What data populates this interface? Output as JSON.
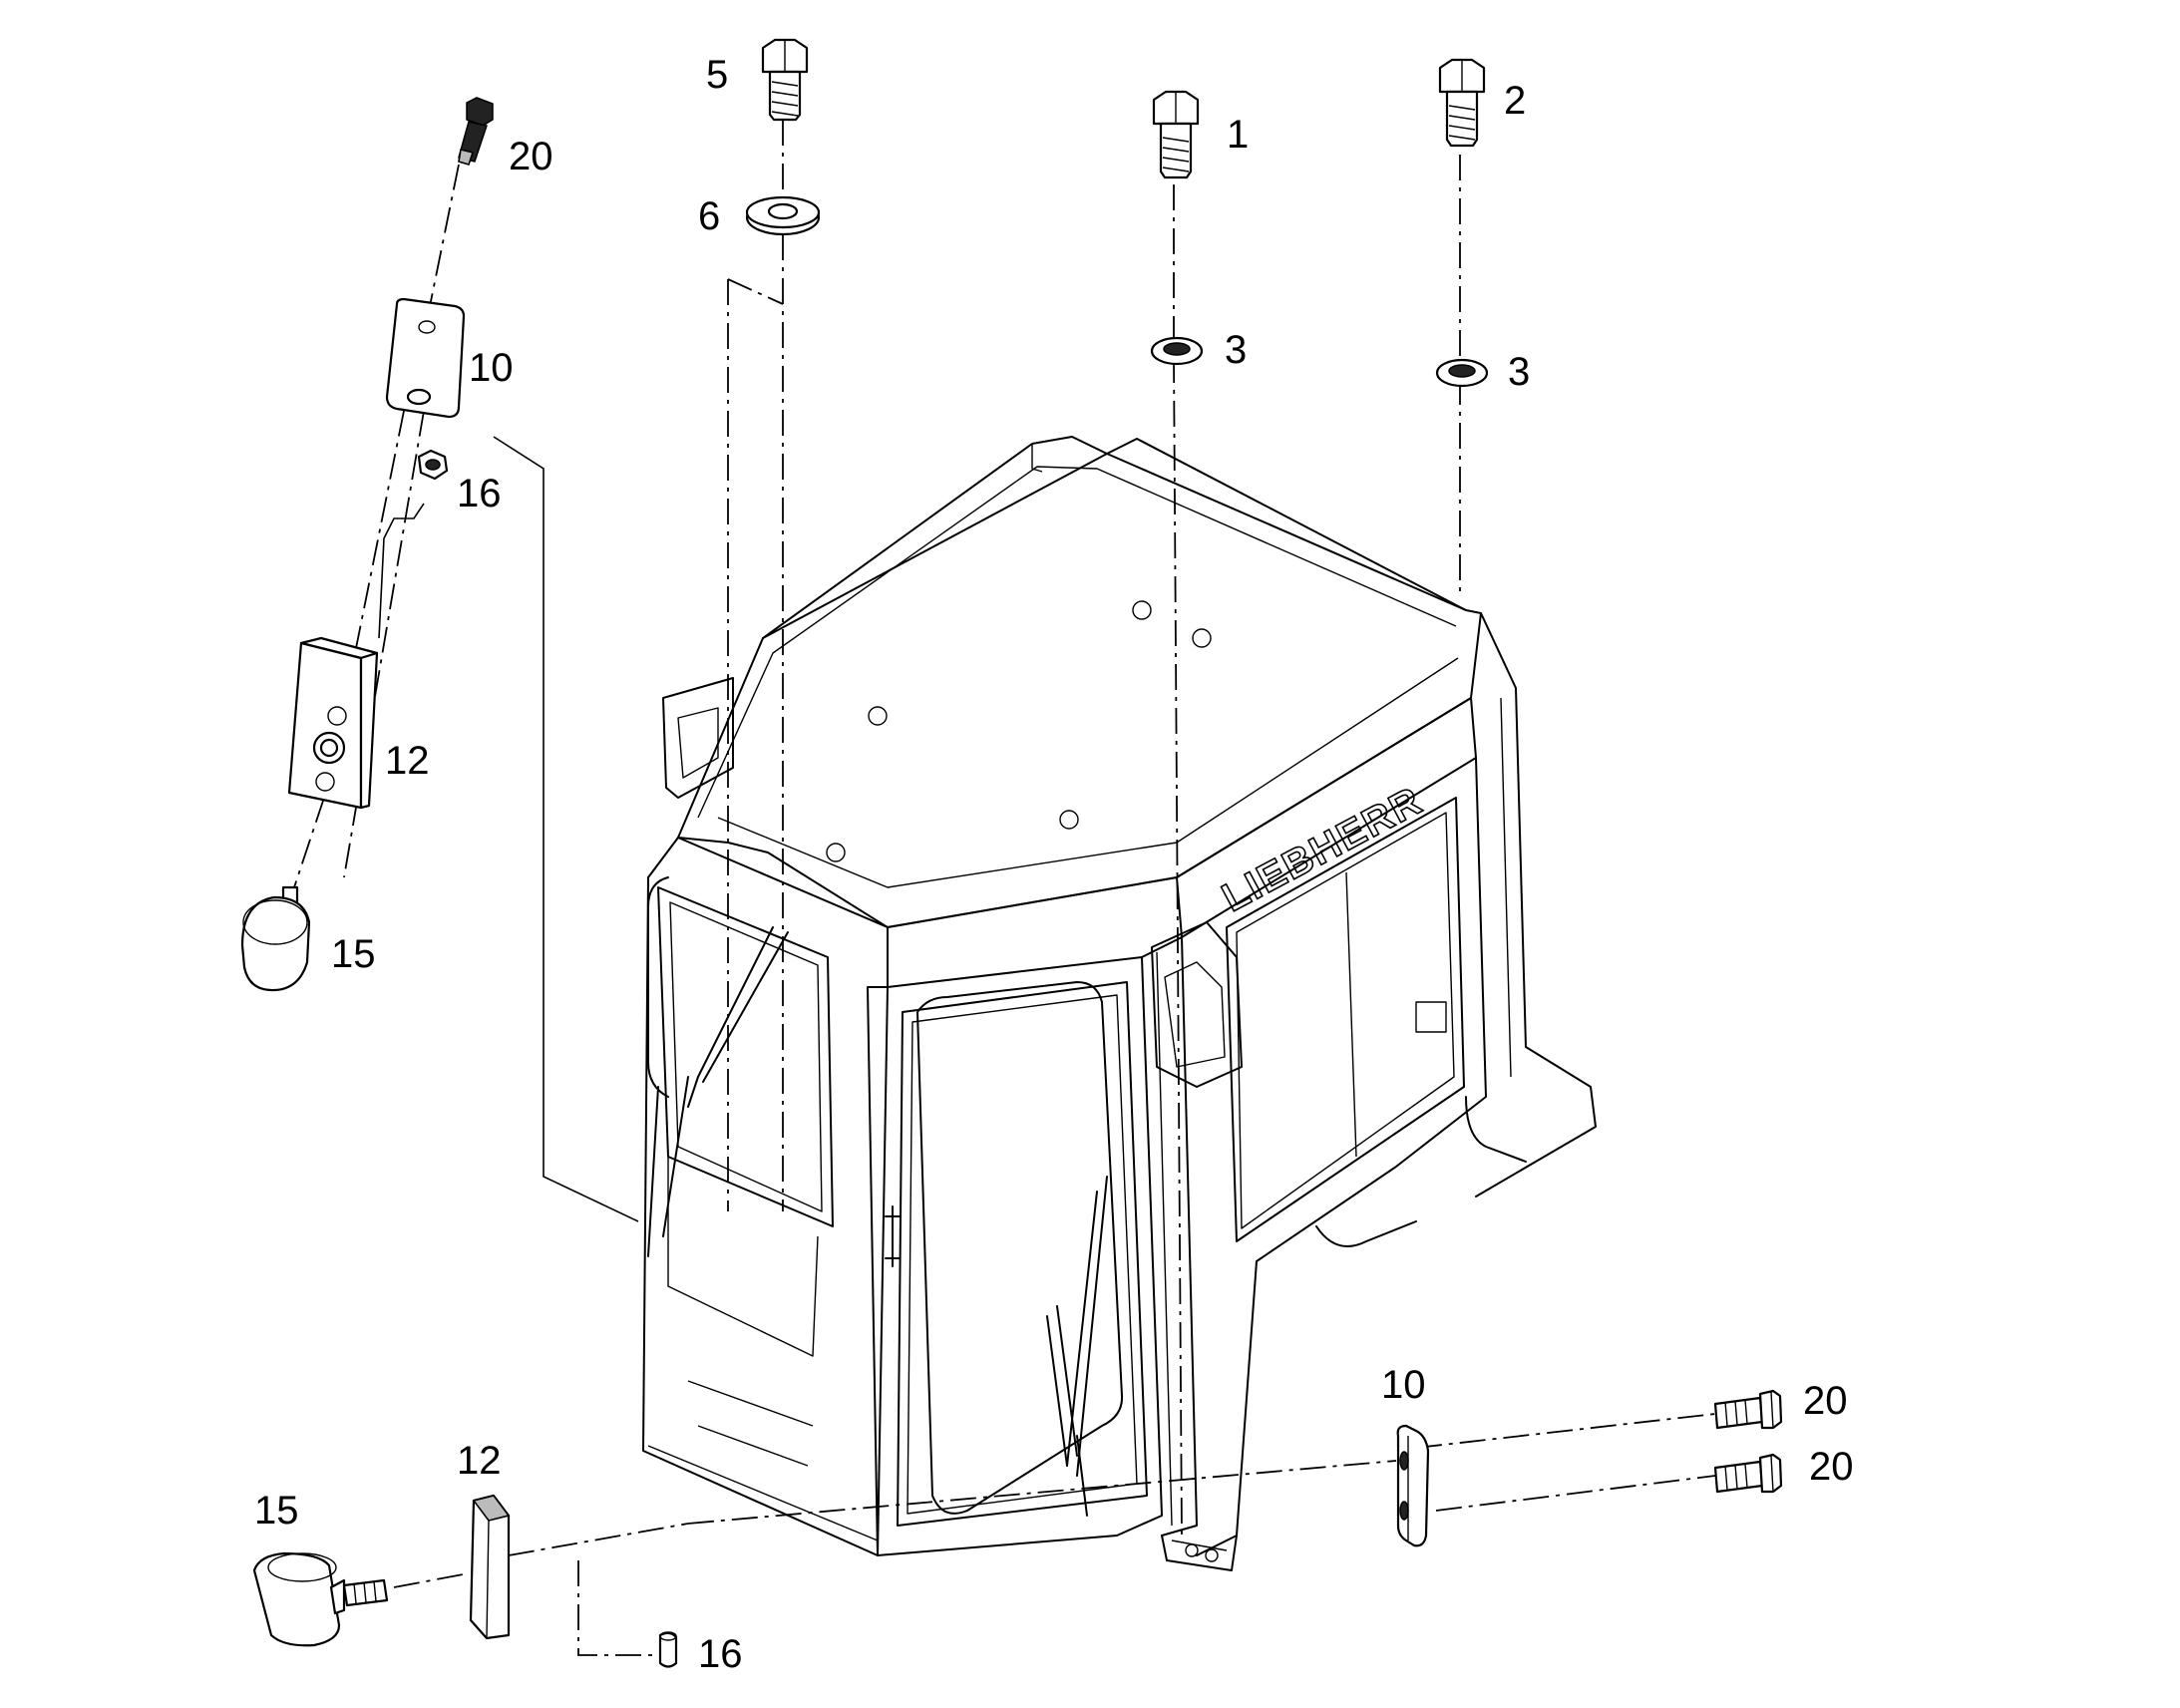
{
  "brand": "LIEBHERR",
  "labels": [
    {
      "id": "p5",
      "text": "5"
    },
    {
      "id": "p1",
      "text": "1"
    },
    {
      "id": "p2",
      "text": "2"
    },
    {
      "id": "p20a",
      "text": "20"
    },
    {
      "id": "p6",
      "text": "6"
    },
    {
      "id": "p10a",
      "text": "10"
    },
    {
      "id": "p3a",
      "text": "3"
    },
    {
      "id": "p3b",
      "text": "3"
    },
    {
      "id": "p16a",
      "text": "16"
    },
    {
      "id": "p12a",
      "text": "12"
    },
    {
      "id": "p15a",
      "text": "15"
    },
    {
      "id": "p10b",
      "text": "10"
    },
    {
      "id": "p20b",
      "text": "20"
    },
    {
      "id": "p20c",
      "text": "20"
    },
    {
      "id": "p12b",
      "text": "12"
    },
    {
      "id": "p15b",
      "text": "15"
    },
    {
      "id": "p16b",
      "text": "16"
    }
  ]
}
